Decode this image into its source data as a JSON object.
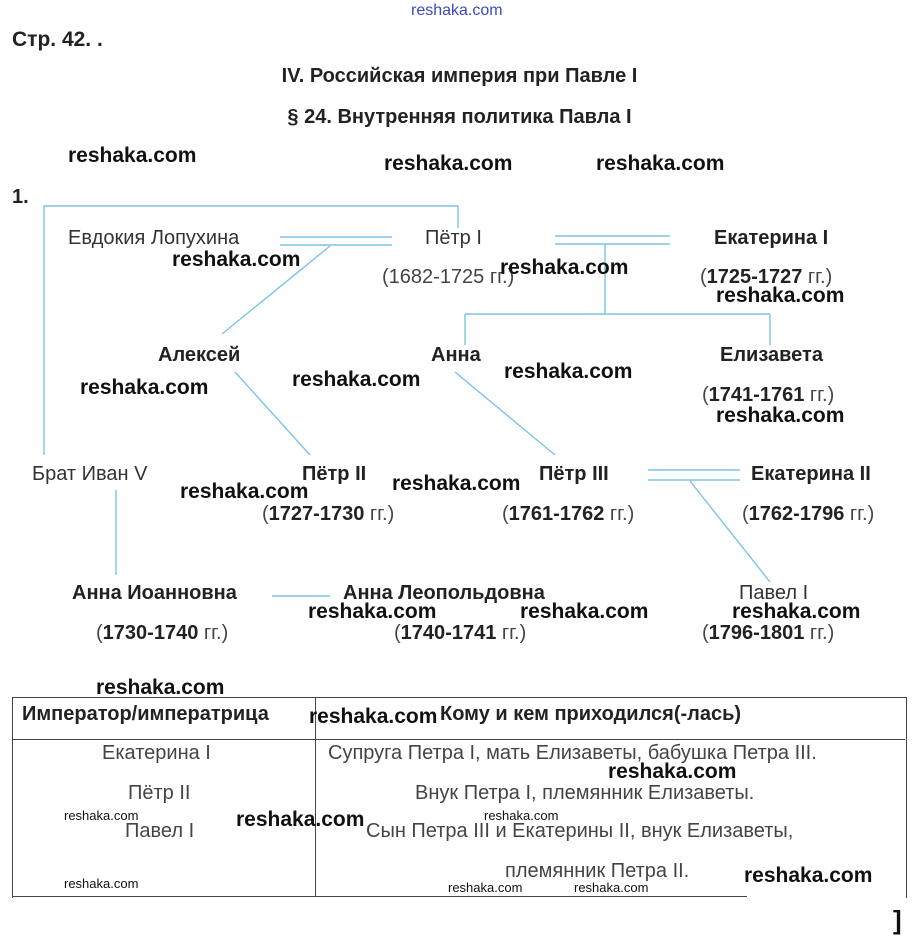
{
  "page_ref": "Стр. 42. .",
  "chapter_title": "IV. Российская империя при Павле I",
  "section_title": "§ 24. Внутренняя политика Павла I",
  "task_number": "1.",
  "watermark": "reshaka.com",
  "tree": {
    "evdokia": "Евдокия Лопухина",
    "peter1": "Пётр I",
    "peter1_years": "(1682-1725 гг.)",
    "ekaterina1": "Екатерина I",
    "ekaterina1_years_num": "1725-1727",
    "alexei": "Алексей",
    "anna": "Анна",
    "elizaveta": "Елизавета",
    "elizaveta_years_num": "1741-1761",
    "ivan5": "Брат Иван V",
    "peter2": "Пётр II",
    "peter2_years_num": "1727-1730",
    "peter3": "Пётр III",
    "peter3_years_num": "1761-1762",
    "ekaterina2": "Екатерина II",
    "ekaterina2_years_num": "1762-1796",
    "anna_ioannovna": "Анна Иоанновна",
    "anna_ioannovna_years_num": "1730-1740",
    "anna_leopoldovna": "Анна Леопольдовна",
    "anna_leopoldovna_years_num": "1740-1741",
    "pavel1": "Павел I",
    "pavel1_years_num": "1796-1801",
    "years_open": "(",
    "years_suffix": " гг.)"
  },
  "table": {
    "col1_header": "Император/императрица",
    "col2_header": "Кому и кем приходился(-лась)",
    "rows": [
      {
        "ruler": "Екатерина I",
        "relation": "Супруга Петра I, мать Елизаветы, бабушка Петра III."
      },
      {
        "ruler": "Пётр II",
        "relation": "Внук Петра I, племянник Елизаветы."
      },
      {
        "ruler": "Павел I",
        "relation": "Сын Петра III и Екатерины II, внук Елизаветы,"
      }
    ],
    "continuation": "племянник Петра II."
  },
  "corner_mark": "]",
  "colors": {
    "connector": "#7cc3e8",
    "text": "#2a2a2a",
    "watermark_top": "#3a4bbf"
  }
}
